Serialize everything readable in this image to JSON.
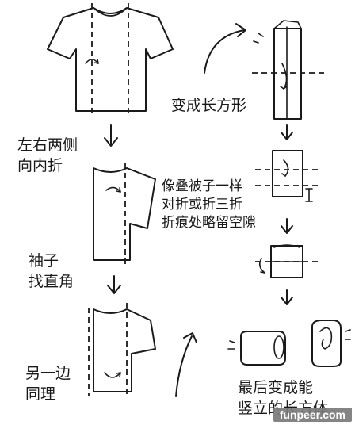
{
  "steps": {
    "fold_sides_line1": "左右两侧",
    "fold_sides_line2": "向内折",
    "sleeve_line1": "袖子",
    "sleeve_line2": "找直角",
    "other_side_line1": "另一边",
    "other_side_line2": "同理",
    "rectangle": "变成长方形",
    "quilt_line1": "像叠被子一样",
    "quilt_line2": "对折或折三折",
    "quilt_line3": "折痕处略留空隙",
    "final_line1": "最后变成能",
    "final_line2": "竖立的长方体"
  },
  "watermark": "funpeer.com",
  "icons": [
    "tshirt-icon",
    "down-arrow-icon",
    "curved-arrow-icon",
    "fold-rotation-icon"
  ],
  "colors": {
    "ink": "#1a1a1a",
    "background": "#ffffff",
    "watermark_bg": "#7a7a7a"
  }
}
